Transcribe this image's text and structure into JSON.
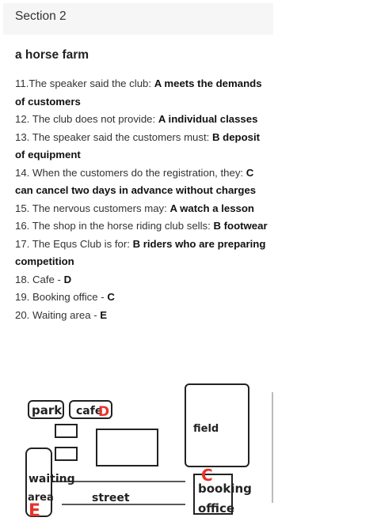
{
  "header": {
    "section": "Section 2"
  },
  "title": "a horse farm",
  "questions": [
    {
      "prompt": "11.The speaker said the club: ",
      "answer": "A meets the demands of customers"
    },
    {
      "prompt": "12. The club does not provide: ",
      "answer": "A individual classes"
    },
    {
      "prompt": "13. The speaker said the customers must: ",
      "answer": "B deposit of equipment"
    },
    {
      "prompt": "14. When the customers do the registration, they: ",
      "answer": "C can cancel two days in advance without charges"
    },
    {
      "prompt": "15. The nervous customers may: ",
      "answer": "A watch a lesson"
    },
    {
      "prompt": "16. The shop in the horse riding club sells: ",
      "answer": "B footwear"
    },
    {
      "prompt": "17. The Equs Club is for: ",
      "answer": "B riders who are preparing competition"
    },
    {
      "prompt": "18. Cafe - ",
      "answer": "D"
    },
    {
      "prompt": "19. Booking office - ",
      "answer": "C"
    },
    {
      "prompt": "20. Waiting area - ",
      "answer": "E"
    }
  ],
  "map": {
    "park": "park",
    "cafe": "cafe",
    "cafe_mark": "D",
    "field": "field",
    "waiting_1": "waiting",
    "waiting_2": "area",
    "waiting_mark": "E",
    "street": "street",
    "booking_1": "booking",
    "booking_2": "office",
    "booking_mark": "C"
  }
}
